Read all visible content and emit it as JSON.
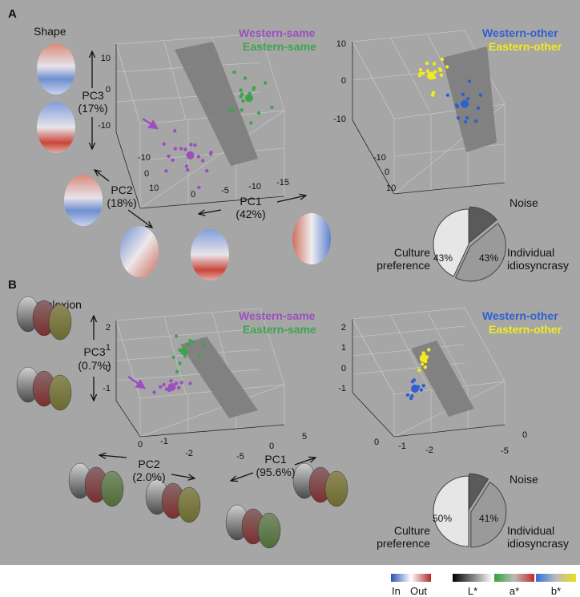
{
  "colors": {
    "background": "#a6a6a6",
    "western": "#9b4fbf",
    "eastern": "#3fa34d",
    "western_other": "#2f5fd0",
    "eastern_other": "#f2ea1c",
    "plane": "#7a7a7a",
    "culture_slice": "#e6e6e6",
    "individual_slice": "#9a9a9a",
    "noise_slice": "#5a5a5a"
  },
  "panels": {
    "A": {
      "letter": "A",
      "section": "Shape",
      "legend_left": [
        "Western-same",
        "Eastern-same"
      ],
      "legend_right": [
        "Western-other",
        "Eastern-other"
      ],
      "axis_pc1": [
        "PC1",
        "(42%)"
      ],
      "axis_pc2": [
        "PC2",
        "(18%)"
      ],
      "axis_pc3": [
        "PC3",
        "(17%)"
      ],
      "z_ticks_left": [
        "10",
        "0",
        "-10"
      ],
      "z_ticks_right": [
        "10",
        "0",
        "-10"
      ],
      "pc2_ticks_left": [
        "-10",
        "0",
        "10"
      ],
      "pc1_ticks_left": [
        "0",
        "-5",
        "-10",
        "-15"
      ],
      "pc2_ticks_right": [
        "-10",
        "0",
        "10"
      ],
      "pie": {
        "noise": "Noise",
        "culture_pct": "43%",
        "individual_pct": "43%",
        "culture_label": [
          "Culture",
          "preference"
        ],
        "individual_label": [
          "Individual",
          "idiosyncrasy"
        ]
      }
    },
    "B": {
      "letter": "B",
      "section": "Complexion",
      "legend_left": [
        "Western-same",
        "Eastern-same"
      ],
      "legend_right": [
        "Western-other",
        "Eastern-other"
      ],
      "axis_pc1": [
        "PC1",
        "(95.6%)"
      ],
      "axis_pc2": [
        "PC2",
        "(2.0%)"
      ],
      "axis_pc3": [
        "PC3",
        "(0.7%)"
      ],
      "z_ticks_left": [
        "2",
        "1",
        "0",
        "-1"
      ],
      "z_ticks_right": [
        "2",
        "1",
        "0",
        "-1"
      ],
      "pc2_ticks_left": [
        "0",
        "-1",
        "-2"
      ],
      "pc1_ticks_left": [
        "5",
        "0",
        "-5"
      ],
      "pc2_ticks_right": [
        "0",
        "-1",
        "-2"
      ],
      "pc1_ticks_right": [
        "0",
        "-5"
      ],
      "pie": {
        "noise": "Noise",
        "culture_pct": "50%",
        "individual_pct": "41%",
        "culture_label": [
          "Culture",
          "preference"
        ],
        "individual_label": [
          "Individual",
          "idiosyncrasy"
        ]
      }
    }
  },
  "colorbars": {
    "inout": {
      "in": "In",
      "out": "Out"
    },
    "lab": {
      "l": "L*",
      "a": "a*",
      "b": "b*"
    }
  },
  "chart_data": [
    {
      "type": "scatter",
      "panel": "A-left",
      "xlabel": "PC1 (42%)",
      "ylabel": "PC2 (18%)",
      "zlabel": "PC3 (17%)",
      "series": [
        {
          "name": "Western-same",
          "color": "#9b4fbf",
          "points": [
            [
              4,
              6,
              -10
            ],
            [
              3,
              2,
              -7
            ],
            [
              5,
              -2,
              -12
            ],
            [
              1,
              4,
              -8
            ],
            [
              2,
              0,
              -14
            ],
            [
              6,
              3,
              -9
            ],
            [
              0,
              6,
              -11
            ],
            [
              -1,
              1,
              -12
            ],
            [
              3,
              -4,
              -6
            ],
            [
              7,
              2,
              -13
            ],
            [
              -2,
              3,
              -8
            ],
            [
              2,
              7,
              -15
            ],
            [
              4,
              -1,
              -9
            ],
            [
              0,
              -3,
              -10
            ],
            [
              5,
              5,
              -4
            ],
            [
              -3,
              0,
              -11
            ],
            [
              1,
              2,
              -6
            ],
            [
              6,
              -2,
              -8
            ]
          ],
          "mean": [
            2,
            2,
            -9
          ]
        },
        {
          "name": "Eastern-same",
          "color": "#3fa34d",
          "points": [
            [
              -10,
              -2,
              4
            ],
            [
              -12,
              0,
              8
            ],
            [
              -9,
              2,
              6
            ],
            [
              -11,
              -4,
              3
            ],
            [
              -14,
              1,
              10
            ],
            [
              -8,
              -1,
              1
            ],
            [
              -13,
              -3,
              5
            ],
            [
              -10,
              3,
              9
            ],
            [
              -7,
              0,
              2
            ],
            [
              -12,
              -5,
              7
            ],
            [
              -15,
              2,
              3
            ],
            [
              -9,
              -3,
              11
            ],
            [
              -11,
              1,
              -2
            ],
            [
              -8,
              4,
              5
            ],
            [
              -13,
              0,
              0
            ],
            [
              -10,
              -2,
              6
            ]
          ],
          "mean": [
            -11,
            0,
            5
          ]
        }
      ]
    },
    {
      "type": "scatter",
      "panel": "A-right",
      "series": [
        {
          "name": "Western-other",
          "color": "#2f5fd0",
          "points": [
            [
              -6,
              3,
              -2
            ],
            [
              -4,
              1,
              -5
            ],
            [
              -8,
              -1,
              0
            ],
            [
              -5,
              4,
              -8
            ],
            [
              -7,
              0,
              -10
            ],
            [
              -3,
              -2,
              -4
            ],
            [
              -9,
              2,
              -6
            ],
            [
              -6,
              -3,
              -12
            ],
            [
              -4,
              5,
              1
            ],
            [
              -10,
              1,
              -3
            ],
            [
              -5,
              -1,
              -7
            ],
            [
              -8,
              3,
              -9
            ]
          ],
          "mean": [
            -6,
            1,
            -5
          ]
        },
        {
          "name": "Eastern-other",
          "color": "#f2ea1c",
          "points": [
            [
              2,
              -2,
              4
            ],
            [
              0,
              1,
              6
            ],
            [
              3,
              -4,
              2
            ],
            [
              1,
              3,
              8
            ],
            [
              -1,
              -1,
              3
            ],
            [
              4,
              0,
              5
            ],
            [
              2,
              2,
              9
            ],
            [
              0,
              -3,
              1
            ],
            [
              5,
              1,
              7
            ],
            [
              1,
              -5,
              4
            ],
            [
              3,
              4,
              2
            ],
            [
              -2,
              0,
              6
            ],
            [
              2,
              1,
              -1
            ],
            [
              0,
              2,
              10
            ],
            [
              4,
              -2,
              3
            ],
            [
              1,
              0,
              5
            ]
          ],
          "mean": [
            2,
            0,
            4
          ]
        }
      ]
    },
    {
      "type": "pie",
      "panel": "A-pie",
      "labels": [
        "Culture preference",
        "Individual idiosyncrasy",
        "Noise"
      ],
      "values": [
        43,
        43,
        14
      ]
    },
    {
      "type": "scatter",
      "panel": "B-left",
      "xlabel": "PC1 (95.6%)",
      "ylabel": "PC2 (2.0%)",
      "zlabel": "PC3 (0.7%)",
      "series": [
        {
          "name": "Western-same",
          "color": "#9b4fbf",
          "points": [
            [
              1,
              0.5,
              0.0
            ],
            [
              2,
              0.3,
              -0.1
            ],
            [
              0,
              0.8,
              0.1
            ],
            [
              1.5,
              0.2,
              -0.3
            ],
            [
              3,
              0.6,
              0.0
            ],
            [
              0.5,
              0.4,
              -0.2
            ],
            [
              2.5,
              0.9,
              0.1
            ],
            [
              1,
              0.1,
              -0.4
            ],
            [
              2,
              0.7,
              0.2
            ],
            [
              0,
              0.3,
              -0.1
            ],
            [
              3.5,
              0.5,
              -0.2
            ],
            [
              1.5,
              0.6,
              0.0
            ]
          ],
          "mean": [
            1.5,
            0.5,
            -0.1
          ]
        },
        {
          "name": "Eastern-same",
          "color": "#3fa34d",
          "points": [
            [
              -2,
              -0.5,
              0.3
            ],
            [
              -3,
              -0.8,
              0.5
            ],
            [
              -1,
              -0.3,
              0.2
            ],
            [
              -4,
              -1.2,
              0.4
            ],
            [
              -2.5,
              -0.6,
              0.6
            ],
            [
              -1.5,
              -0.9,
              0.1
            ],
            [
              -3.5,
              -0.4,
              0.3
            ],
            [
              -5,
              -1.5,
              0.2
            ],
            [
              -2,
              -1.0,
              0.7
            ],
            [
              -0.5,
              -0.2,
              0.0
            ],
            [
              -4.5,
              -0.7,
              0.5
            ],
            [
              -3,
              -1.3,
              0.1
            ]
          ],
          "mean": [
            -2.5,
            -0.8,
            0.3
          ]
        }
      ]
    },
    {
      "type": "scatter",
      "panel": "B-right",
      "series": [
        {
          "name": "Western-other",
          "color": "#2f5fd0",
          "points": [
            [
              2,
              0.5,
              -0.1
            ],
            [
              3,
              0.8,
              0.0
            ],
            [
              1,
              0.3,
              -0.3
            ],
            [
              4,
              0.9,
              -0.2
            ],
            [
              2.5,
              0.4,
              0.1
            ],
            [
              3.5,
              0.6,
              -0.4
            ],
            [
              1.5,
              0.7,
              0.0
            ],
            [
              5,
              1.0,
              -0.1
            ],
            [
              2,
              0.2,
              -0.2
            ],
            [
              3,
              0.5,
              0.1
            ]
          ],
          "mean": [
            2.8,
            0.6,
            -0.1
          ]
        },
        {
          "name": "Eastern-other",
          "color": "#f2ea1c",
          "points": [
            [
              -1,
              -0.5,
              0.2
            ],
            [
              -2,
              -0.8,
              0.4
            ],
            [
              0,
              -0.3,
              0.1
            ],
            [
              -1.5,
              -0.6,
              0.3
            ],
            [
              -3,
              -1.0,
              0.2
            ],
            [
              -0.5,
              -0.2,
              0.5
            ],
            [
              -2.5,
              -0.9,
              0.1
            ],
            [
              -1,
              -0.4,
              0.6
            ],
            [
              -4,
              -1.3,
              0.3
            ],
            [
              -2,
              -0.7,
              0.0
            ]
          ],
          "mean": [
            -1.7,
            -0.7,
            0.3
          ]
        }
      ]
    },
    {
      "type": "pie",
      "panel": "B-pie",
      "labels": [
        "Culture preference",
        "Individual idiosyncrasy",
        "Noise"
      ],
      "values": [
        50,
        41,
        9
      ]
    }
  ]
}
